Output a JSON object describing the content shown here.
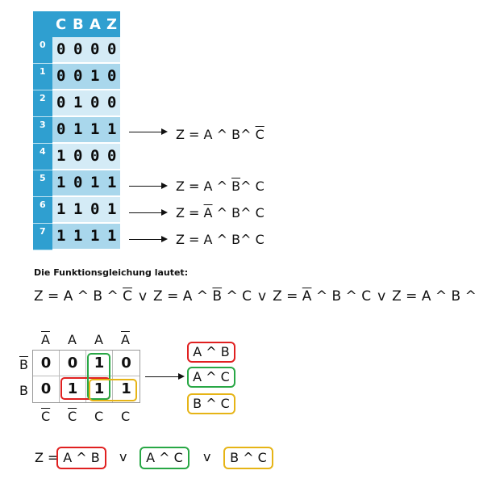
{
  "truth_table": {
    "headers": [
      "C",
      "B",
      "A",
      "Z"
    ],
    "rows": [
      {
        "index": "0",
        "bits": [
          "0",
          "0",
          "0",
          "0"
        ]
      },
      {
        "index": "1",
        "bits": [
          "0",
          "0",
          "1",
          "0"
        ]
      },
      {
        "index": "2",
        "bits": [
          "0",
          "1",
          "0",
          "0"
        ]
      },
      {
        "index": "3",
        "bits": [
          "0",
          "1",
          "1",
          "1"
        ]
      },
      {
        "index": "4",
        "bits": [
          "1",
          "0",
          "0",
          "0"
        ]
      },
      {
        "index": "5",
        "bits": [
          "1",
          "0",
          "1",
          "1"
        ]
      },
      {
        "index": "6",
        "bits": [
          "1",
          "1",
          "0",
          "1"
        ]
      },
      {
        "index": "7",
        "bits": [
          "1",
          "1",
          "1",
          "1"
        ]
      }
    ]
  },
  "row_equations": {
    "r3": {
      "z": "Z = ",
      "a": "A",
      "and1": " ^ ",
      "b": "B",
      "and2": "^ ",
      "c": "C"
    },
    "r5": {
      "z": "Z = ",
      "a": "A",
      "and1": " ^ ",
      "b": "B",
      "and2": "^ ",
      "c": "C"
    },
    "r6": {
      "z": "Z = ",
      "a": "A",
      "and1": " ^ ",
      "b": "B",
      "and2": "^ ",
      "c": "C"
    },
    "r7": {
      "z": "Z = ",
      "a": "A",
      "and1": " ^ ",
      "b": "B",
      "and2": "^ ",
      "c": "C"
    }
  },
  "caption": "Die Funktionsgleichung lautet:",
  "full_equation": {
    "t1": {
      "prefix": "Z = A ^ B ^ ",
      "c": "C"
    },
    "or": "v",
    "t2_prefix": "Z = A ^ ",
    "t2_b": "B",
    "t2_suffix": " ^ C",
    "t3_prefix": "Z = ",
    "t3_a": "A",
    "t3_suffix": " ^ B ^ C",
    "t4": "Z = A ^ B ^ C"
  },
  "kv_map": {
    "top_labels": [
      "A",
      "A",
      "A",
      "A"
    ],
    "left_labels": [
      "B",
      "B"
    ],
    "bottom_labels": [
      "C",
      "C",
      "C",
      "C"
    ],
    "row1": [
      "0",
      "0",
      "1",
      "0"
    ],
    "row2": [
      "0",
      "1",
      "1",
      "1"
    ]
  },
  "terms": {
    "red": "A ^ B",
    "green": "A ^ C",
    "yellow": "B ^ C"
  },
  "result": {
    "z": "Z =",
    "or": "v"
  },
  "colors": {
    "header_blue": "#2f9fd0",
    "cell_light": "#d4ebf6",
    "cell_shade": "#a9d7ec",
    "group_red": "#e02020",
    "group_green": "#28a745",
    "group_yellow": "#e6b416"
  }
}
